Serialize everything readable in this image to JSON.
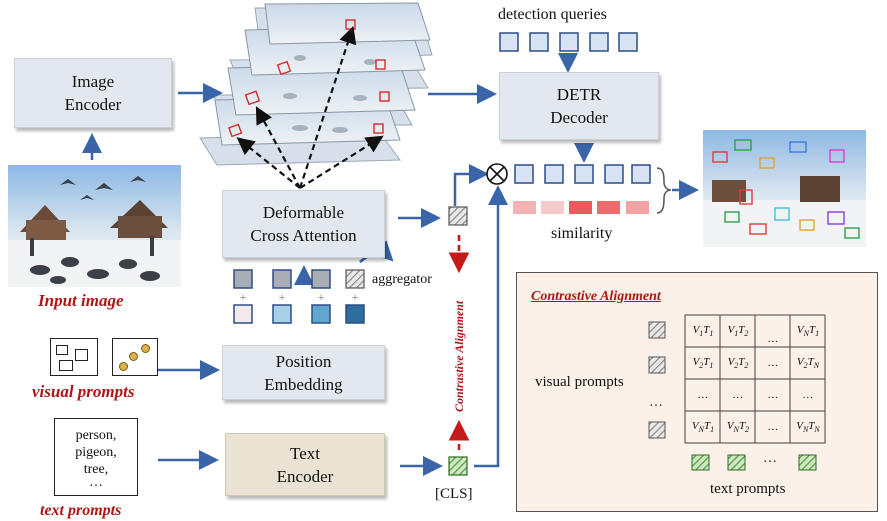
{
  "image_encoder": {
    "label": "Image\nEncoder"
  },
  "detection_queries": {
    "label": "detection queries"
  },
  "detr_decoder": {
    "label": "DETR\nDecoder"
  },
  "deformable_attention": {
    "label": "Deformable\nCross Attention"
  },
  "position_embedding": {
    "label": "Position\nEmbedding"
  },
  "text_encoder": {
    "label": "Text\nEncoder"
  },
  "aggregator": {
    "label": "aggregator"
  },
  "similarity": {
    "label": "similarity"
  },
  "cls_token": {
    "label": "[CLS]"
  },
  "contrastive_vertical": {
    "label": "Contrastive Alignment"
  },
  "input_image": {
    "label": "Input image"
  },
  "visual_prompts": {
    "label": "visual prompts"
  },
  "text_prompts": {
    "label": "text prompts"
  },
  "text_prompt_card": {
    "lines": [
      "person,",
      "pigeon,",
      "tree,",
      "…"
    ]
  },
  "plus_sign": "+",
  "contrastive_panel": {
    "title": "Contrastive Alignment",
    "visual_prompts_label": "visual prompts",
    "text_prompts_label": "text prompts",
    "ellipsis": "…",
    "matrix": [
      [
        "V1T1",
        "V1T2",
        "…",
        "VNT1"
      ],
      [
        "V2T1",
        "V2T2",
        "…",
        "V2TN"
      ],
      [
        "…",
        "…",
        "…",
        "…"
      ],
      [
        "VNT1",
        "VNT2",
        "…",
        "VNTN"
      ]
    ]
  },
  "colors": {
    "arrow": "#3a64a8",
    "query_fill": "#d7e3f2",
    "query_stroke": "#2d4d86",
    "red_label": "#b01515",
    "hatch_green": "#4f9a3a",
    "hatch_gray": "#8a8a8a",
    "similarity": [
      "#f4b3b3",
      "#f7caca",
      "#ec5b5b",
      "#ee6b6b",
      "#f3a3a3"
    ]
  },
  "icons": [
    "image-feature-stack",
    "multiply-circle-icon",
    "curly-brace-icon"
  ]
}
